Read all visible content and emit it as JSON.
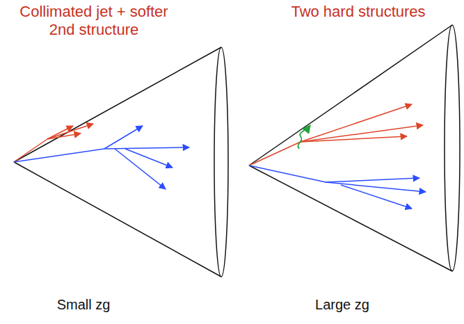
{
  "diagram": {
    "labels": [
      "Collimated jet + softer 2nd structure",
      "Two hard structures",
      "Small zg",
      "Large zg"
    ]
  }
}
